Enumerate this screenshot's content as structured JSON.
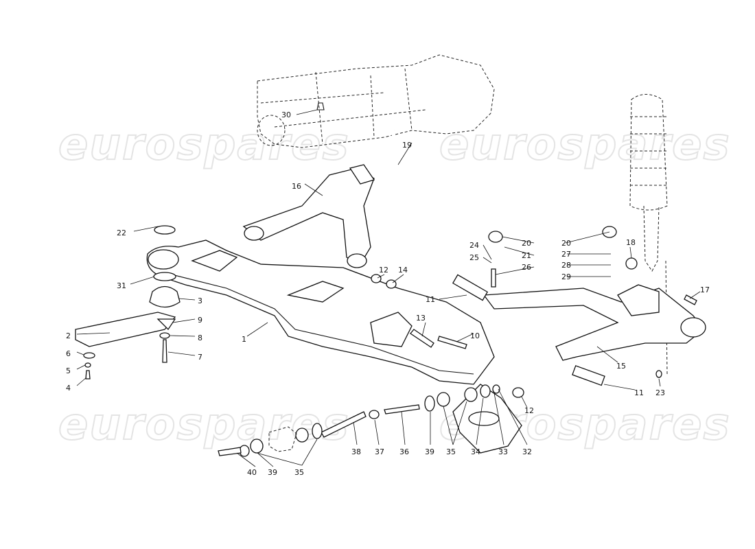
{
  "watermark": "eurospares",
  "labels": {
    "p30": "30",
    "p19": "19",
    "p16": "16",
    "p22": "22",
    "p20a": "20",
    "p20b": "20",
    "p21": "21",
    "p24": "24",
    "p27": "27",
    "p18": "18",
    "p25": "25",
    "p28": "28",
    "p26": "26",
    "p29": "29",
    "p12a": "12",
    "p14": "14",
    "p31": "31",
    "p3": "3",
    "p11a": "11",
    "p17": "17",
    "p9": "9",
    "p13": "13",
    "p2": "2",
    "p8": "8",
    "p10": "10",
    "p1": "1",
    "p6": "6",
    "p7": "7",
    "p15": "15",
    "p5": "5",
    "p4": "4",
    "p11b": "11",
    "p23": "23",
    "p12b": "12",
    "p38": "38",
    "p37": "37",
    "p36": "36",
    "p39a": "39",
    "p35a": "35",
    "p34": "34",
    "p33": "33",
    "p32": "32",
    "p40": "40",
    "p39b": "39",
    "p35b": "35"
  }
}
